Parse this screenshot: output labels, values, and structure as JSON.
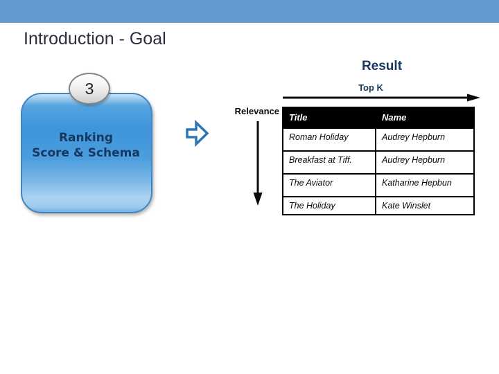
{
  "slide": {
    "title": "Introduction - Goal",
    "section_heading": "Result",
    "top_k_label": "Top K",
    "relevance_label": "Relevance"
  },
  "process_box": {
    "step_number": "3",
    "label_line1": "Ranking",
    "label_line2": "Score & Schema"
  },
  "results_table": {
    "columns": [
      "Title",
      "Name"
    ],
    "rows": [
      {
        "title": "Roman Holiday",
        "name": "Audrey Hepburn"
      },
      {
        "title": "Breakfast at Tiff.",
        "name": "Audrey Hepburn"
      },
      {
        "title": "The Aviator",
        "name": "Katharine Hepbun"
      },
      {
        "title": "The Holiday",
        "name": "Kate Winslet"
      }
    ]
  },
  "colors": {
    "top_bar": "#6299CE",
    "title_text": "#2C2E3F",
    "heading_text": "#17375E",
    "box_fill": "#3E95DA",
    "box_border": "#4484BE",
    "block_arrow": "#2E75B6",
    "table_header_bg": "#000000",
    "table_header_text": "#FFFFFF",
    "annotation_arrow": "#0B0B0B"
  }
}
